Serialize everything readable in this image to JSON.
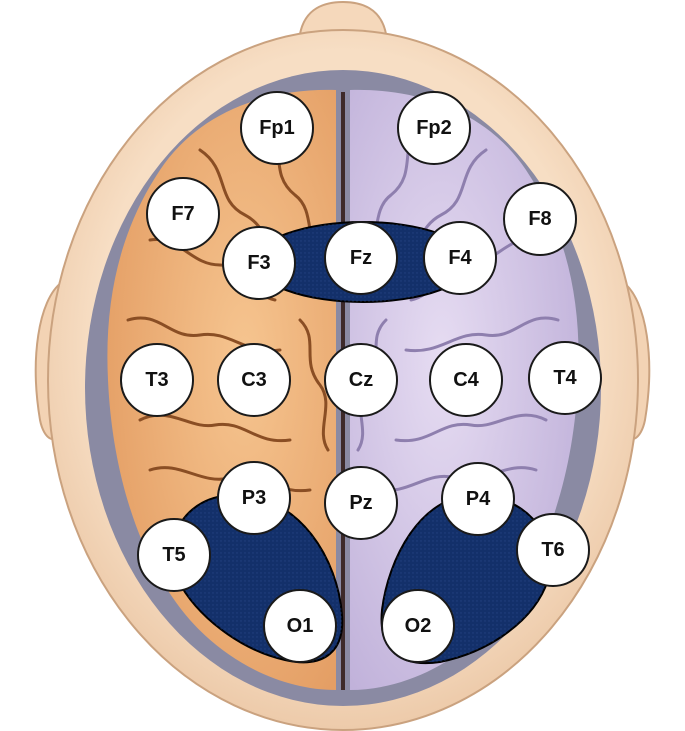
{
  "colors": {
    "background": "#ffffff",
    "skin": "#f6dcc0",
    "skin_edge": "#caa27f",
    "skull_interior": "#8a8aa3",
    "left_hemisphere": "#eeb27b",
    "right_hemisphere": "#d3c6e6",
    "sulcus_left": "#8a4e24",
    "sulcus_right": "#8e7fae",
    "region_fill": "#13306a",
    "electrode_fill": "#ffffff",
    "electrode_stroke": "#1a1a1a"
  },
  "electrodes": [
    {
      "id": "fp1",
      "label": "Fp1"
    },
    {
      "id": "fp2",
      "label": "Fp2"
    },
    {
      "id": "f7",
      "label": "F7"
    },
    {
      "id": "f8",
      "label": "F8"
    },
    {
      "id": "f3",
      "label": "F3"
    },
    {
      "id": "fz",
      "label": "Fz"
    },
    {
      "id": "f4",
      "label": "F4"
    },
    {
      "id": "t3",
      "label": "T3"
    },
    {
      "id": "c3",
      "label": "C3"
    },
    {
      "id": "cz",
      "label": "Cz"
    },
    {
      "id": "c4",
      "label": "C4"
    },
    {
      "id": "t4",
      "label": "T4"
    },
    {
      "id": "p3",
      "label": "P3"
    },
    {
      "id": "pz",
      "label": "Pz"
    },
    {
      "id": "p4",
      "label": "P4"
    },
    {
      "id": "t5",
      "label": "T5"
    },
    {
      "id": "t6",
      "label": "T6"
    },
    {
      "id": "o1",
      "label": "O1"
    },
    {
      "id": "o2",
      "label": "O2"
    }
  ]
}
